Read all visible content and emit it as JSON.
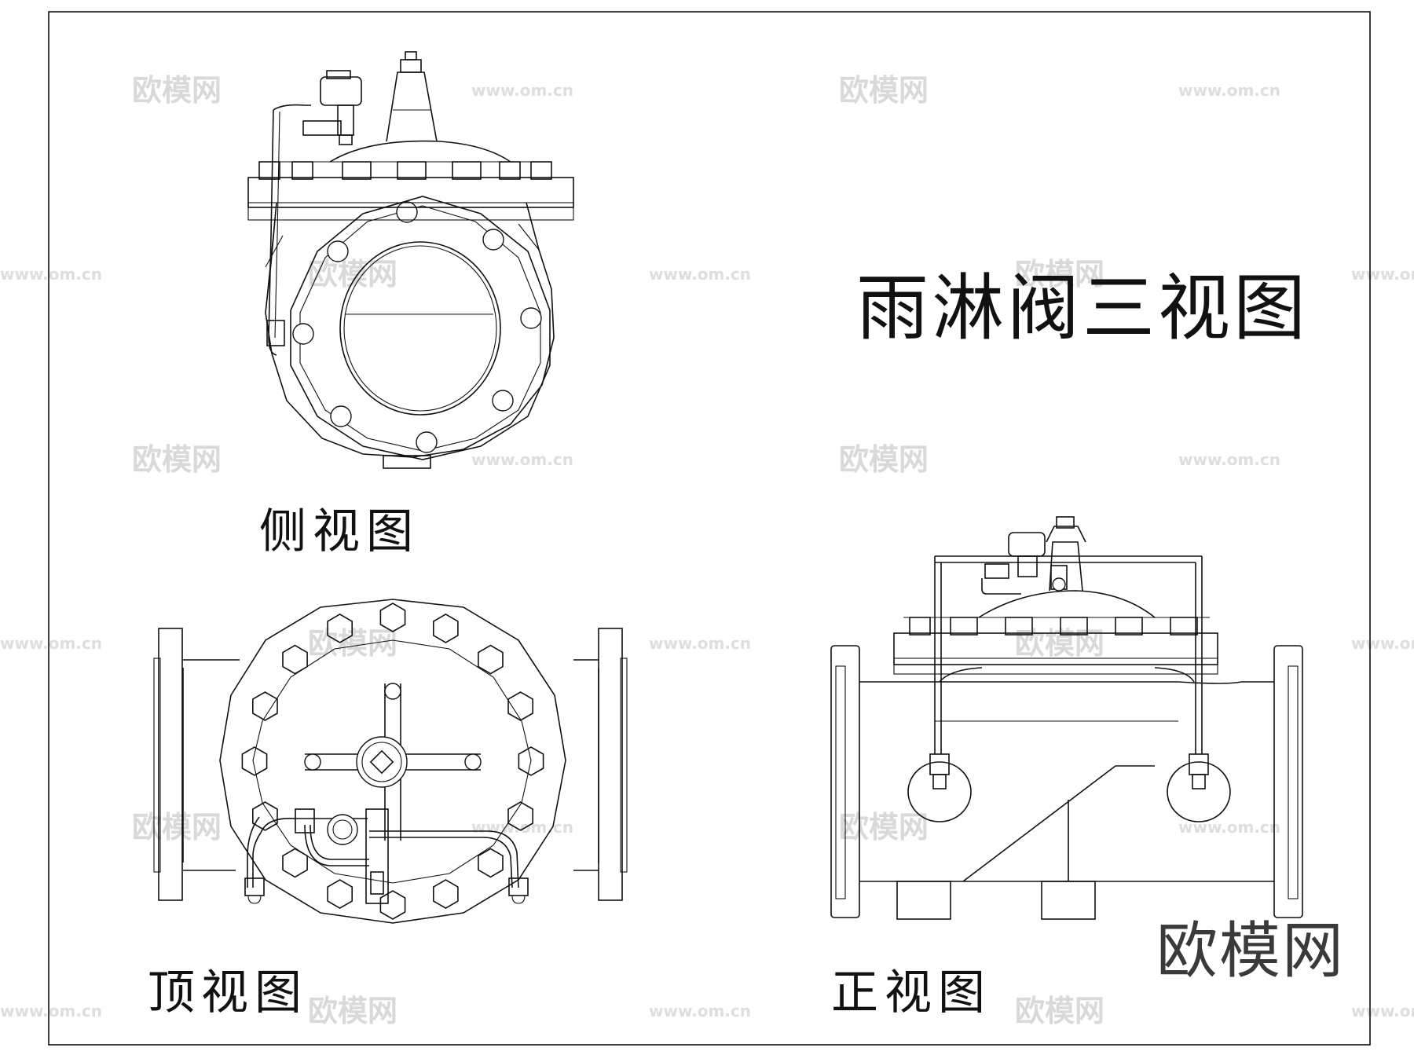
{
  "title": "雨淋阀三视图",
  "views": {
    "side": "侧视图",
    "top": "顶视图",
    "front": "正视图"
  },
  "watermark": {
    "logo": "欧模网",
    "url": "www.om.cn"
  },
  "colors": {
    "line": "#111111",
    "background": "#ffffff",
    "watermark": "#d9d9d9",
    "logo": "#3a3a3a"
  }
}
